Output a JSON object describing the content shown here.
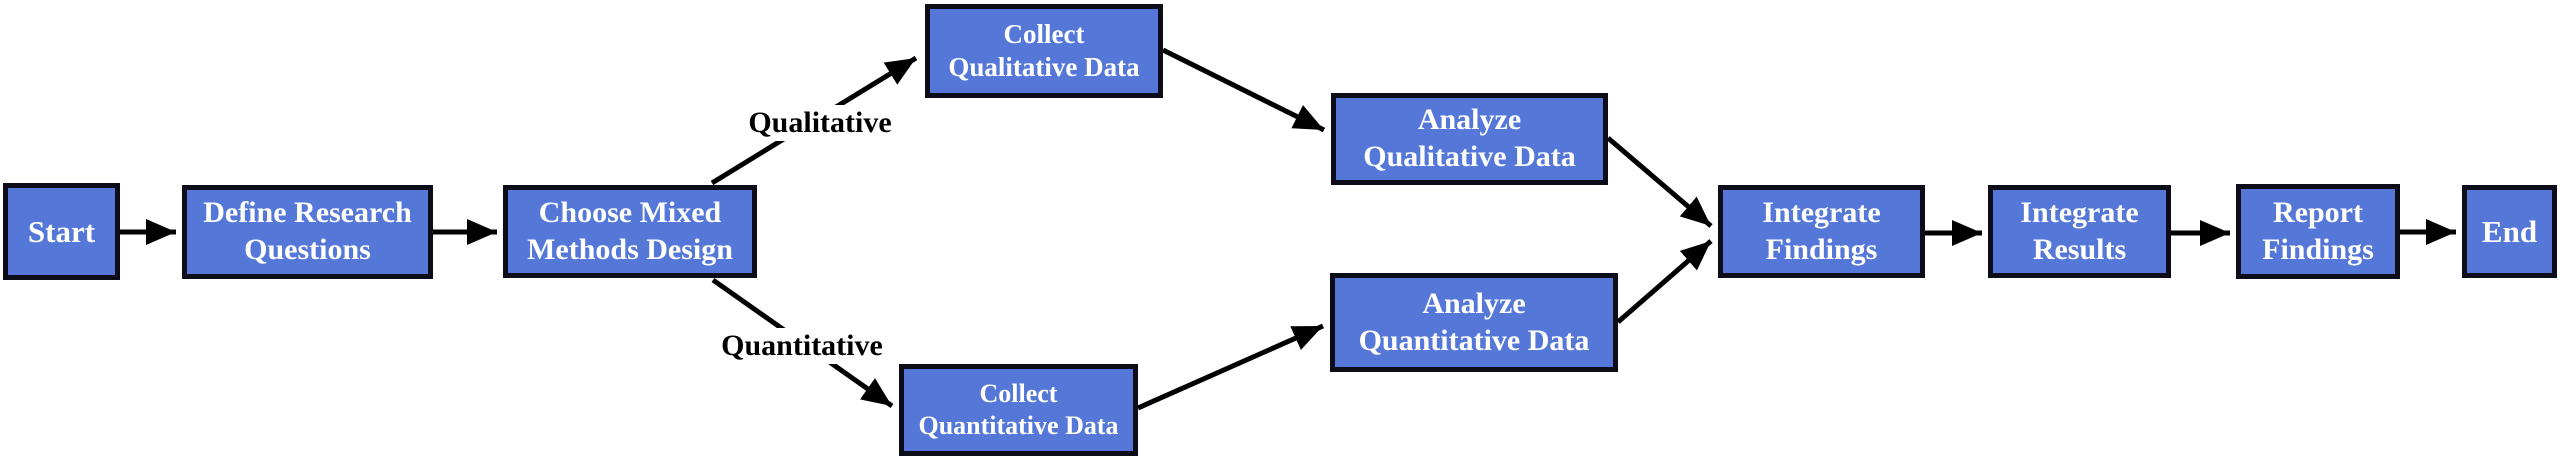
{
  "diagram": {
    "type": "flowchart",
    "direction": "left-to-right",
    "nodes": [
      {
        "id": "start",
        "label": "Start"
      },
      {
        "id": "define",
        "label": "Define Research\nQuestions"
      },
      {
        "id": "choose",
        "label": "Choose Mixed\nMethods Design"
      },
      {
        "id": "collect_qual",
        "label": "Collect\nQualitative Data"
      },
      {
        "id": "analyze_qual",
        "label": "Analyze\nQualitative Data"
      },
      {
        "id": "collect_quant",
        "label": "Collect\nQuantitative Data"
      },
      {
        "id": "analyze_quant",
        "label": "Analyze\nQuantitative Data"
      },
      {
        "id": "integrate_findings",
        "label": "Integrate\nFindings"
      },
      {
        "id": "integrate_results",
        "label": "Integrate\nResults"
      },
      {
        "id": "report_findings",
        "label": "Report\nFindings"
      },
      {
        "id": "end",
        "label": "End"
      }
    ],
    "edge_labels": {
      "qualitative": "Qualitative",
      "quantitative": "Quantitative"
    },
    "edges": [
      {
        "from": "start",
        "to": "define",
        "label": ""
      },
      {
        "from": "define",
        "to": "choose",
        "label": ""
      },
      {
        "from": "choose",
        "to": "collect_qual",
        "label": "Qualitative"
      },
      {
        "from": "choose",
        "to": "collect_quant",
        "label": "Quantitative"
      },
      {
        "from": "collect_qual",
        "to": "analyze_qual",
        "label": ""
      },
      {
        "from": "collect_quant",
        "to": "analyze_quant",
        "label": ""
      },
      {
        "from": "analyze_qual",
        "to": "integrate_findings",
        "label": ""
      },
      {
        "from": "analyze_quant",
        "to": "integrate_findings",
        "label": ""
      },
      {
        "from": "integrate_findings",
        "to": "integrate_results",
        "label": ""
      },
      {
        "from": "integrate_results",
        "to": "report_findings",
        "label": ""
      },
      {
        "from": "report_findings",
        "to": "end",
        "label": ""
      }
    ],
    "colors": {
      "node_fill": "#5578D8",
      "node_border": "#0d0d1a",
      "node_text": "#ffffff",
      "edge": "#000000",
      "edge_label_text": "#000000",
      "background": "#ffffff"
    }
  }
}
